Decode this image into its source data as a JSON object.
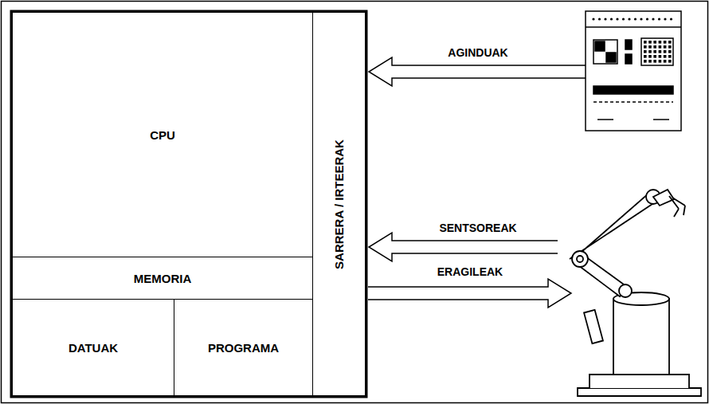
{
  "diagram": {
    "nodes": [
      {
        "text": [
          "CPU"
        ]
      },
      {
        "text": [
          "MEMORIA"
        ]
      },
      {
        "text": [
          "DATUAK"
        ]
      },
      {
        "text": [
          "PROGRAMA"
        ]
      },
      {
        "text": [
          "SARRERA / IRTEERAK"
        ]
      }
    ],
    "labels": [
      "AGINDUAK",
      "SENTSOREAK",
      "ERAGILEAK"
    ]
  }
}
